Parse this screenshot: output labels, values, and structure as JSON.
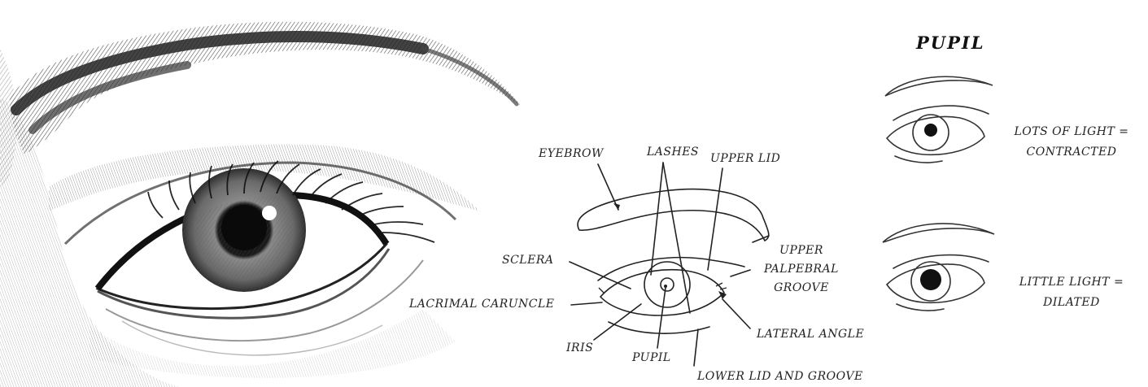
{
  "labels": {
    "eyebrow": "EYEBROW",
    "lashes": "LASHES",
    "upper_lid": "UPPER LID",
    "upper_palpebral_groove": [
      "UPPER",
      "PALPEBRAL",
      "GROOVE"
    ],
    "sclera": "SCLERA",
    "lacrimal_caruncle": "LACRIMAL CARUNCLE",
    "iris": "IRIS",
    "pupil": "PUPIL",
    "lateral_angle": "LATERAL ANGLE",
    "lower_lid_and_groove": "LOWER LID AND GROOVE"
  },
  "pupil_panel": {
    "title": "PUPIL",
    "contracted": [
      "LOTS OF LIGHT =",
      "CONTRACTED"
    ],
    "dilated": [
      "LITTLE LIGHT =",
      "DILATED"
    ]
  }
}
